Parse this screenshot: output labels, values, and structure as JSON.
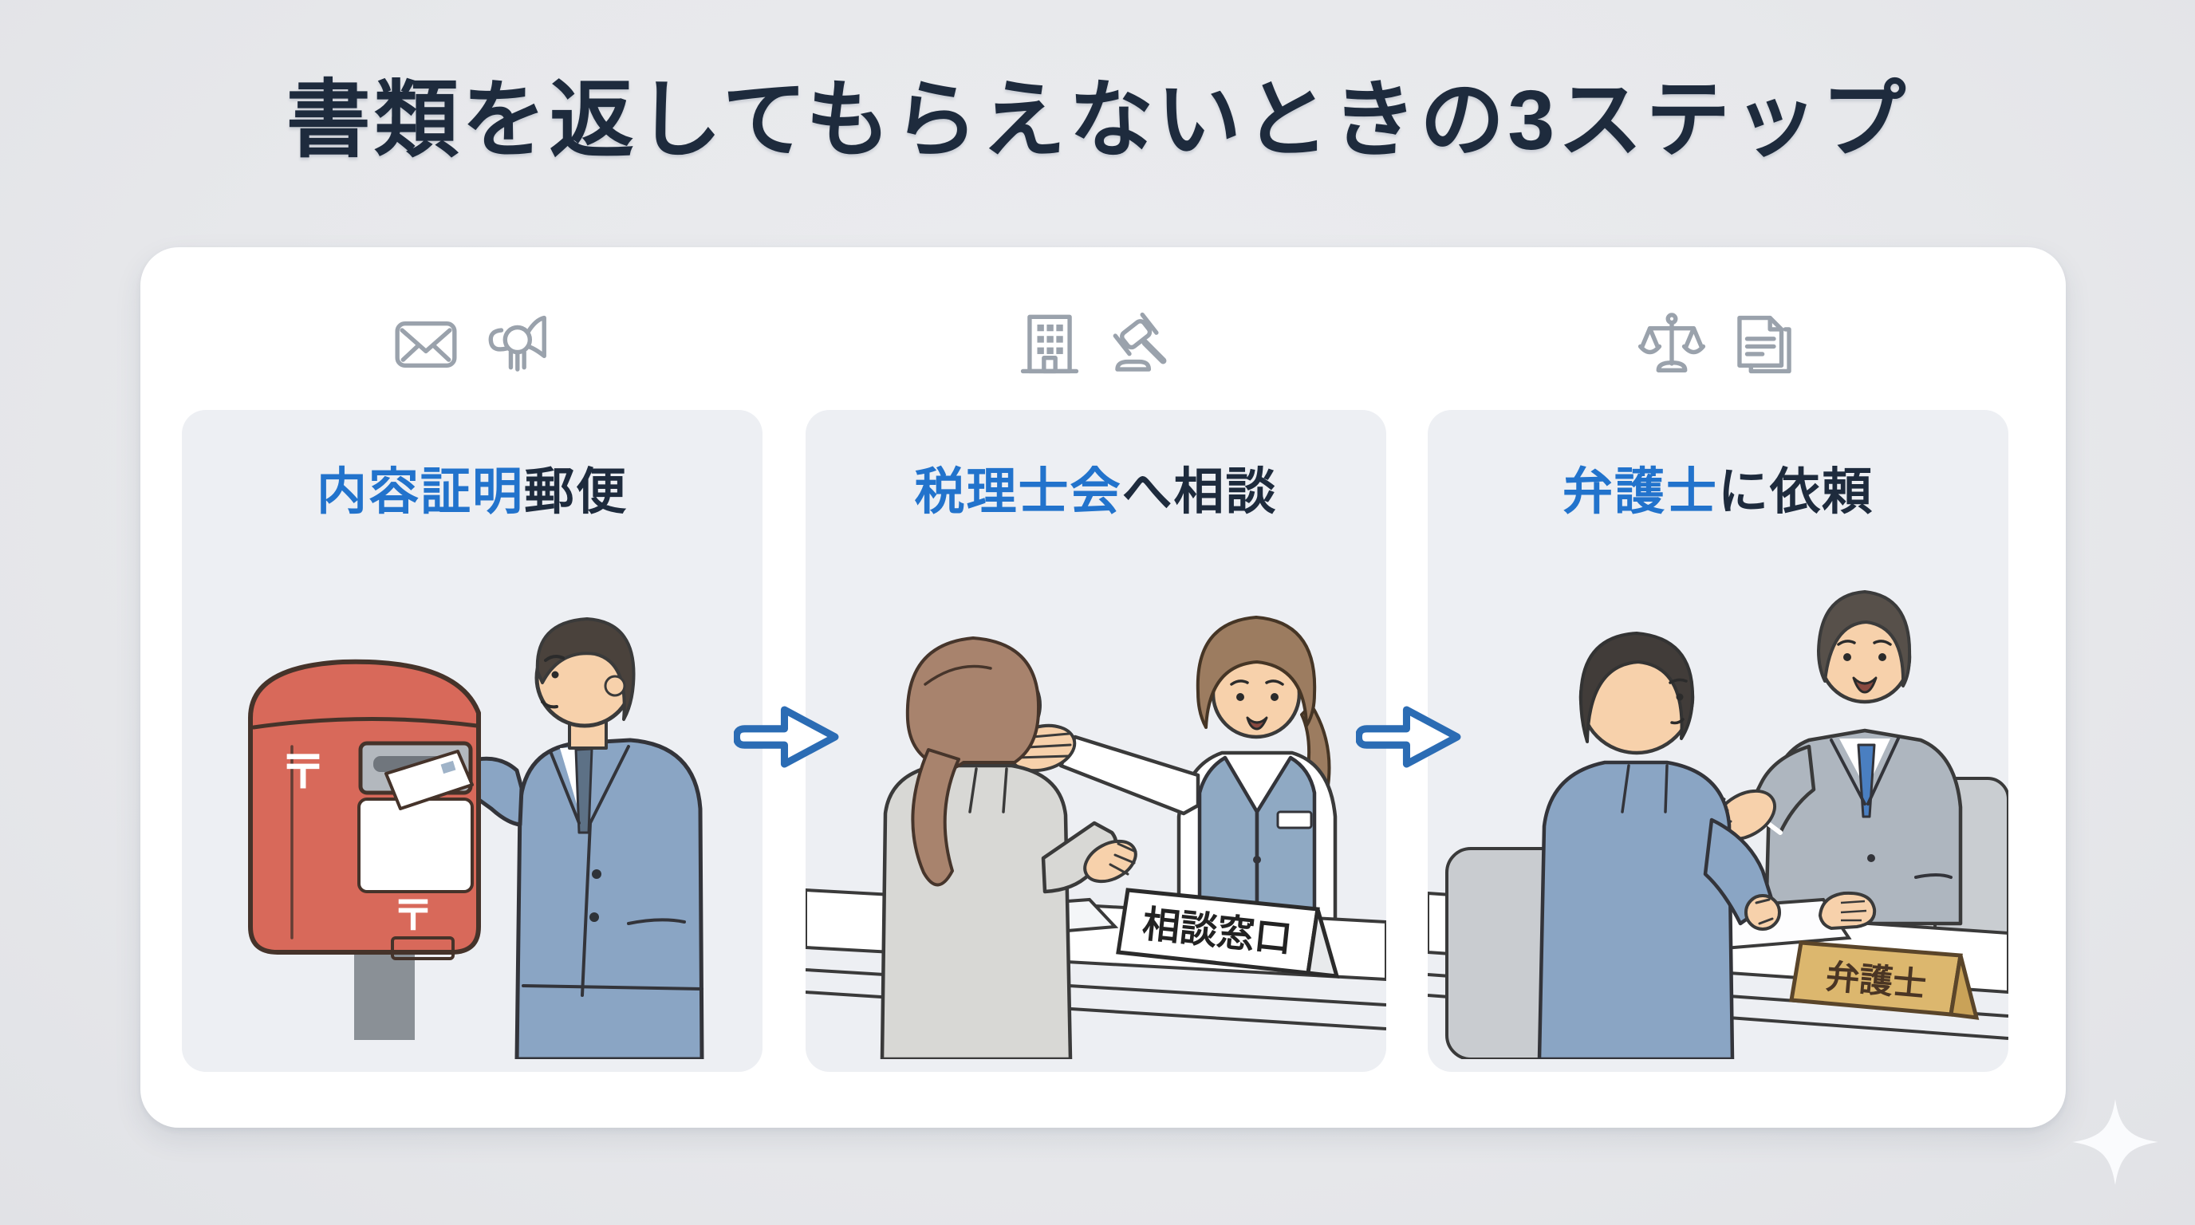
{
  "page": {
    "title": "書類を返してもらえないときの3ステップ",
    "background_color": "#e7e8eb",
    "card_color": "#ffffff",
    "panel_color": "#edeff3",
    "title_color": "#1e2b3d",
    "accent_blue": "#2273cc",
    "icon_gray": "#9aa2ac",
    "arrow_blue": "#2b6cb4",
    "postbox_red": "#d8695a",
    "nameplate_gold": "#dcb76e"
  },
  "steps": [
    {
      "id": 1,
      "icons": [
        "envelope-icon",
        "postal-horn-icon"
      ],
      "title_highlight": "内容証明",
      "title_rest": "郵便",
      "illustration": "man-posting-letter-into-red-postbox",
      "postbox_mark": "〒"
    },
    {
      "id": 2,
      "icons": [
        "office-building-icon",
        "gavel-icon"
      ],
      "title_highlight": "税理士会",
      "title_rest": "へ相談",
      "illustration": "woman-consulting-receptionist-at-counter",
      "sign_label": "相談窓口"
    },
    {
      "id": 3,
      "icons": [
        "scales-icon",
        "documents-icon"
      ],
      "title_highlight": "弁護士",
      "title_rest": "に依頼",
      "illustration": "client-meeting-lawyer-at-desk",
      "sign_label": "弁護士"
    }
  ]
}
